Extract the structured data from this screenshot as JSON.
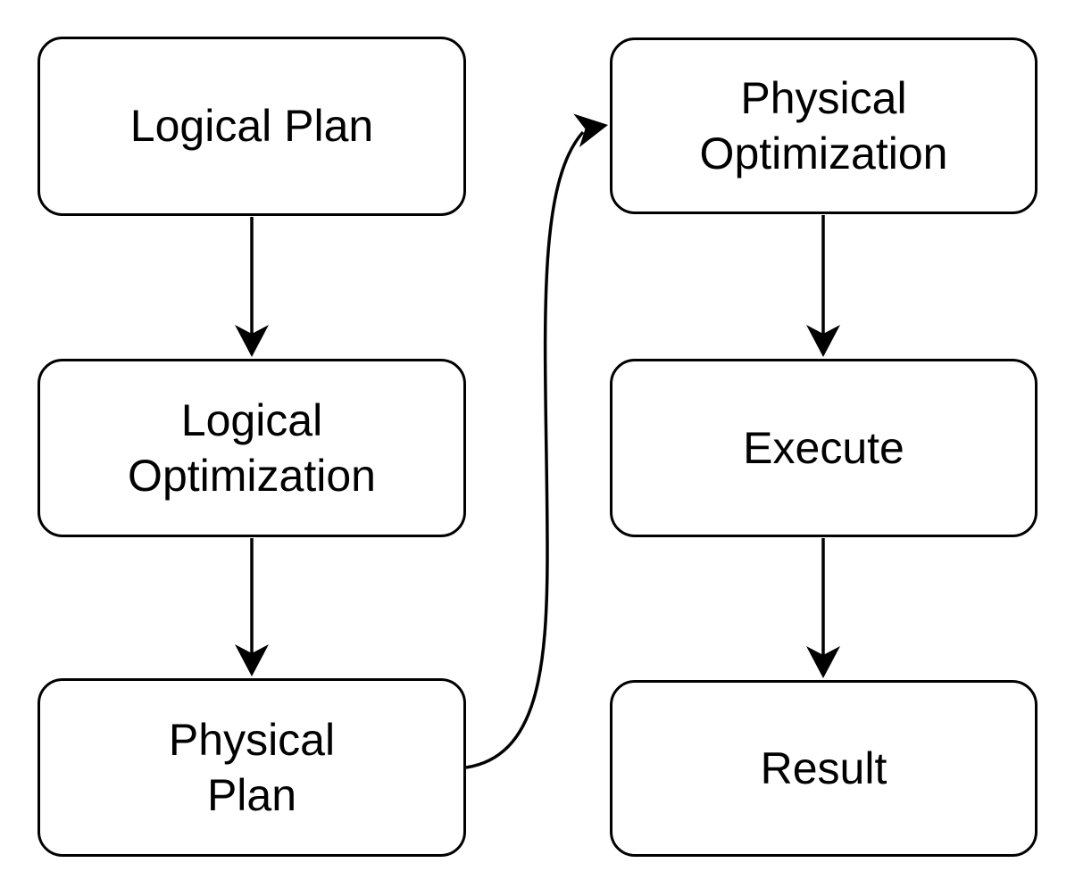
{
  "diagram": {
    "type": "flowchart",
    "background_color": "#ffffff",
    "node_fill_color": "#ffffff",
    "node_border_color": "#000000",
    "text_color": "#000000",
    "arrow_color": "#000000",
    "nodes": [
      {
        "id": "logical-plan",
        "label": "Logical Plan"
      },
      {
        "id": "logical-optimization",
        "label": "Logical\nOptimization"
      },
      {
        "id": "physical-plan",
        "label": "Physical\nPlan"
      },
      {
        "id": "physical-optimization",
        "label": "Physical\nOptimization"
      },
      {
        "id": "execute",
        "label": "Execute"
      },
      {
        "id": "result",
        "label": "Result"
      }
    ],
    "edges": [
      {
        "from": "logical-plan",
        "to": "logical-optimization",
        "style": "straight-down"
      },
      {
        "from": "logical-optimization",
        "to": "physical-plan",
        "style": "straight-down"
      },
      {
        "from": "physical-plan",
        "to": "physical-optimization",
        "style": "s-curve-right-up"
      },
      {
        "from": "physical-optimization",
        "to": "execute",
        "style": "straight-down"
      },
      {
        "from": "execute",
        "to": "result",
        "style": "straight-down"
      }
    ]
  }
}
